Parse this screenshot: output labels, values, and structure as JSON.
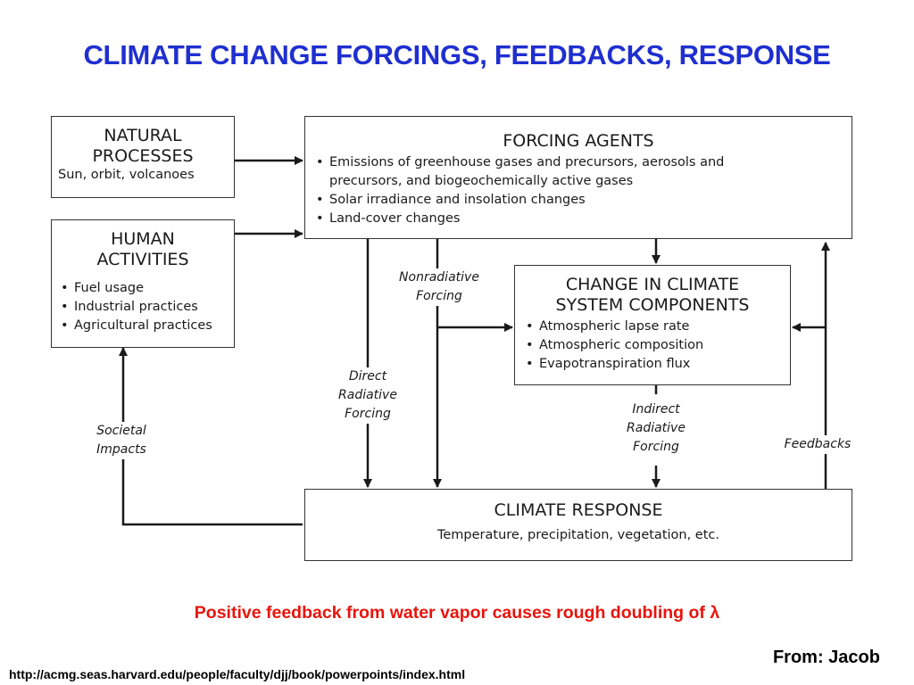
{
  "title": "CLIMATE CHANGE FORCINGS, FEEDBACKS, RESPONSE",
  "natural": {
    "head": [
      "NATURAL",
      "PROCESSES"
    ],
    "sub": "Sun, orbit, volcanoes"
  },
  "human": {
    "head": [
      "HUMAN",
      "ACTIVITIES"
    ],
    "items": [
      "Fuel usage",
      "Industrial practices",
      "Agricultural practices"
    ]
  },
  "forcing": {
    "head": "FORCING AGENTS",
    "items": [
      "Emissions of greenhouse gases and precursors, aerosols and precursors, and biogeochemically active gases",
      "Solar irradiance and insolation changes",
      "Land-cover changes"
    ]
  },
  "change": {
    "head": [
      "CHANGE IN CLIMATE",
      "SYSTEM COMPONENTS"
    ],
    "items": [
      "Atmospheric lapse rate",
      "Atmospheric composition",
      "Evapotranspiration flux"
    ]
  },
  "response": {
    "head": "CLIMATE RESPONSE",
    "sub": "Temperature, precipitation, vegetation, etc."
  },
  "labels": {
    "nonradiative": [
      "Nonradiative",
      "Forcing"
    ],
    "direct": [
      "Direct",
      "Radiative",
      "Forcing"
    ],
    "indirect": [
      "Indirect",
      "Radiative",
      "Forcing"
    ],
    "societal": [
      "Societal",
      "Impacts"
    ],
    "feedbacks": "Feedbacks"
  },
  "note": "Positive feedback from water vapor causes rough doubling of λ",
  "credit": "From: Jacob",
  "url": "http://acmg.seas.harvard.edu/people/faculty/djj/book/powerpoints/index.html",
  "colors": {
    "title": "#1f2fd0",
    "note": "#e8140c",
    "ink": "#1a1a1a"
  }
}
